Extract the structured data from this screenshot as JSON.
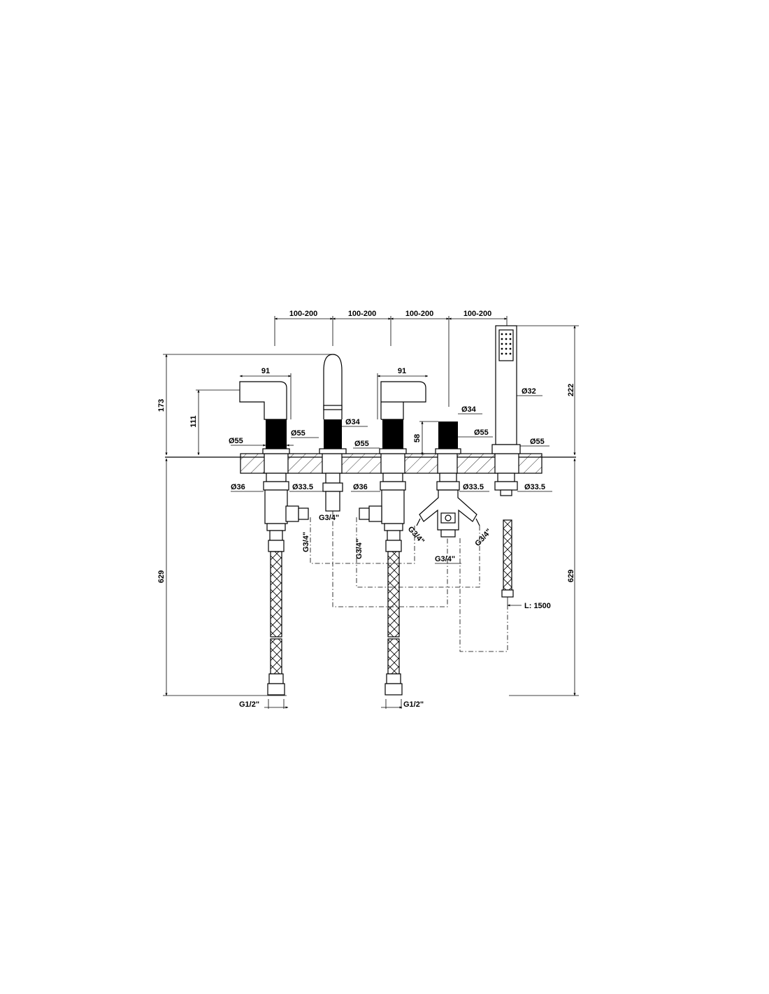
{
  "dimensions": {
    "spacing": [
      "100-200",
      "100-200",
      "100-200",
      "100-200"
    ],
    "total_height_left": "173",
    "lever_height": "111",
    "lever_reach_left": "91",
    "lever_reach_right": "91",
    "handshower_height": "222",
    "diverter_height": "58",
    "below_deck_left": "629",
    "below_deck_right": "629",
    "hose_length": "L: 1500"
  },
  "diameters": {
    "d55_a": "Ø55",
    "d55_b": "Ø55",
    "d55_c": "Ø55",
    "d55_d": "Ø55",
    "d55_e": "Ø55",
    "d34_spout": "Ø34",
    "d34_diverter": "Ø34",
    "d32_handshower": "Ø32",
    "d36_a": "Ø36",
    "d36_b": "Ø36",
    "d33_5_a": "Ø33.5",
    "d33_5_b": "Ø33.5",
    "d33_5_c": "Ø33.5"
  },
  "threads": {
    "g34_spout": "G3/4\"",
    "g34_vert_a": "G3/4\"",
    "g34_vert_b": "G3/4\"",
    "g34_diag_left": "G3/4\"",
    "g34_diag_right": "G3/4\"",
    "g34_center": "G3/4\"",
    "g12_left": "G1/2\"",
    "g12_right": "G1/2\""
  }
}
